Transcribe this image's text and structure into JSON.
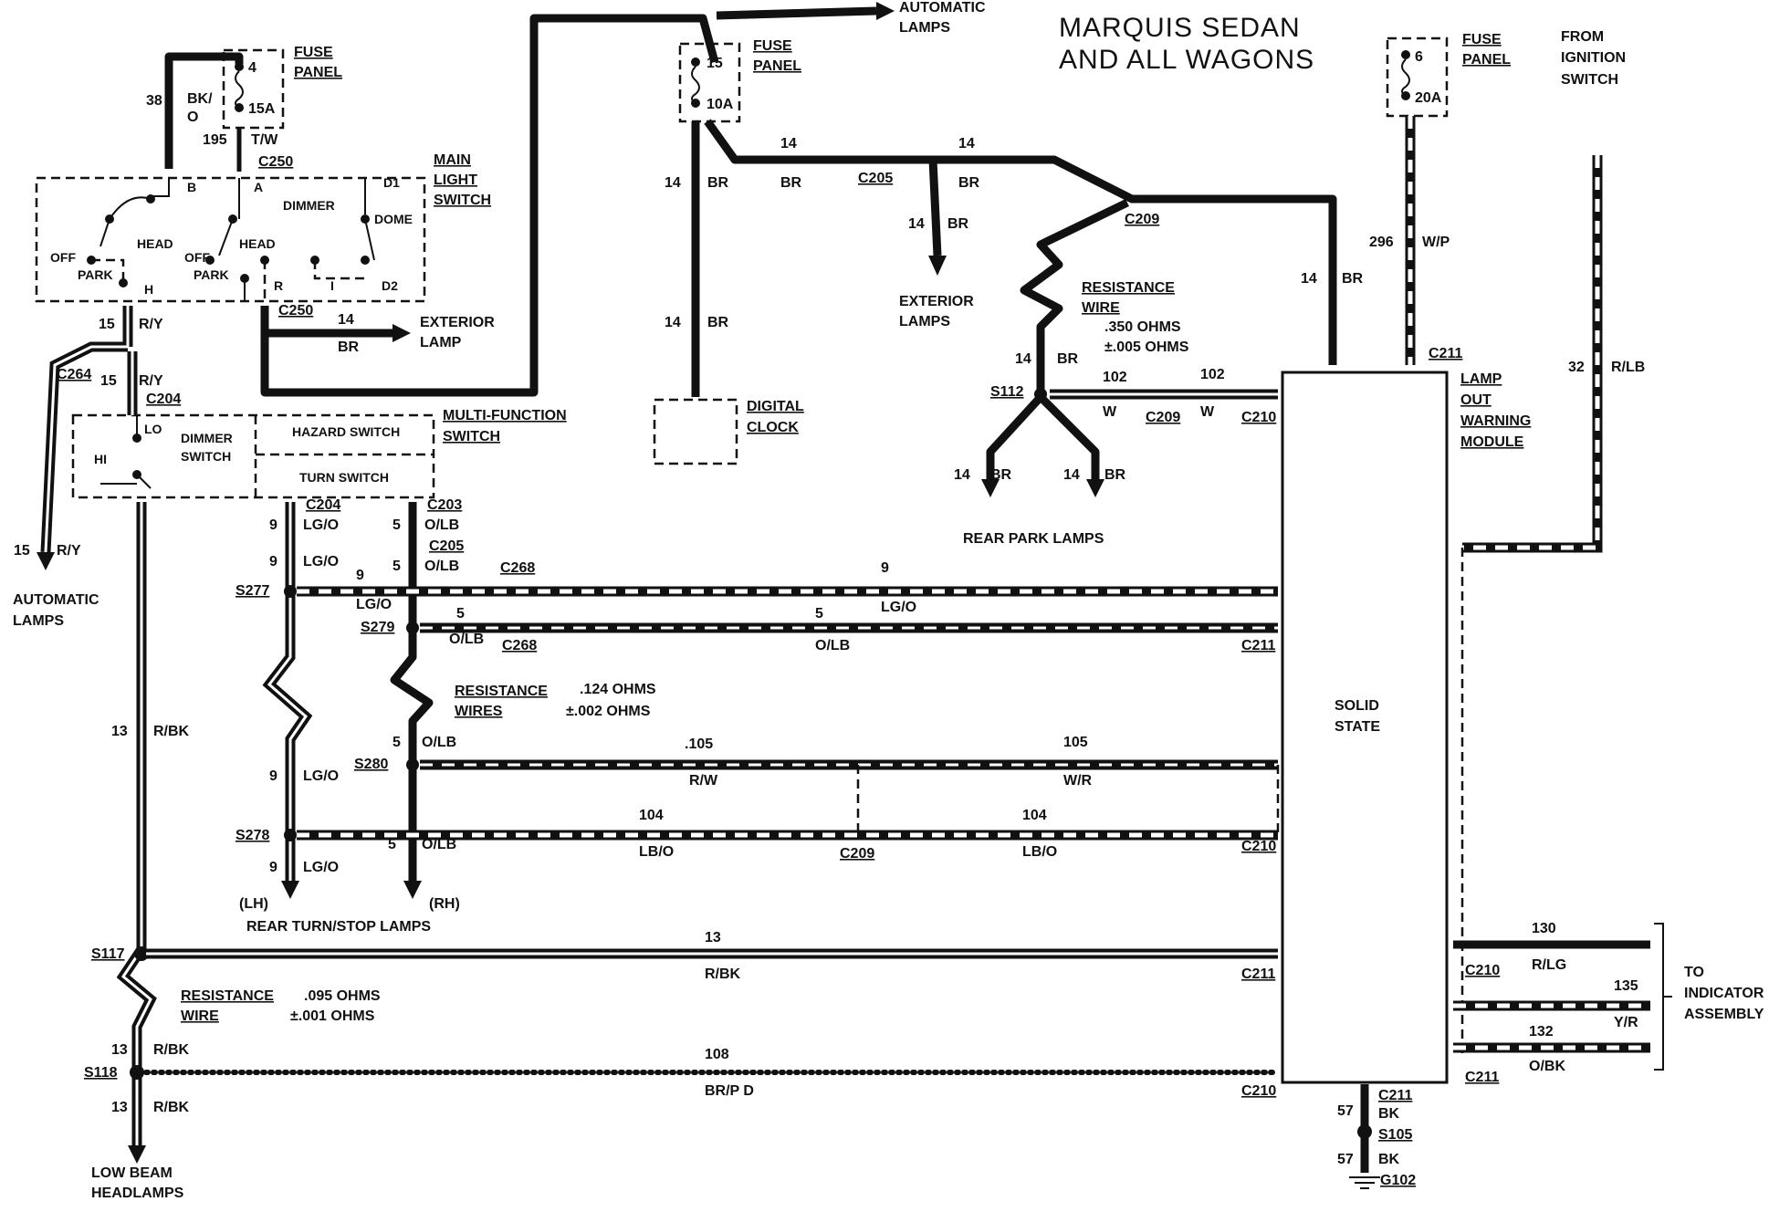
{
  "title": [
    "MARQUIS SEDAN",
    "AND ALL WAGONS"
  ],
  "fuse_panel_left": {
    "label": [
      "FUSE",
      "PANEL"
    ],
    "fuse_top": "4",
    "fuse_rating": "15A"
  },
  "fuse_panel_mid": {
    "label": [
      "FUSE",
      "PANEL"
    ],
    "fuse_top": "15",
    "fuse_rating": "10A"
  },
  "fuse_panel_right": {
    "label": [
      "FUSE",
      "PANEL"
    ],
    "fuse_top": "6",
    "fuse_rating": "20A"
  },
  "from_ignition": [
    "FROM",
    "IGNITION",
    "SWITCH"
  ],
  "automatic_lamps_top": [
    "AUTOMATIC",
    "LAMPS"
  ],
  "main_light_switch": {
    "label": [
      "MAIN",
      "LIGHT",
      "SWITCH"
    ],
    "terminals": [
      "B",
      "A",
      "D1",
      "DIMMER",
      "DOME",
      "HEAD",
      "HEAD",
      "OFF",
      "OFF",
      "PARK",
      "PARK",
      "H",
      "R",
      "I",
      "D2"
    ]
  },
  "multi_function_switch": {
    "label": [
      "MULTI-FUNCTION",
      "SWITCH"
    ],
    "hazard": "HAZARD SWITCH",
    "turn": "TURN SWITCH",
    "dimmer": [
      "DIMMER",
      "SWITCH"
    ],
    "lo": "LO",
    "hi": "HI"
  },
  "wires": {
    "w38": "38",
    "bk_o": [
      "BK/",
      "O"
    ],
    "w195": "195",
    "t_w": "T/W",
    "w15": "15",
    "r_y": "R/Y",
    "w14": "14",
    "br": "BR",
    "w13": "13",
    "r_bk": "R/BK",
    "w9": "9",
    "lg_o": "LG/O",
    "w5": "5",
    "o_lb": "O/LB",
    "w296": "296",
    "w_p": "W/P",
    "w32": "32",
    "r_lb": "R/LB",
    "w102": "102",
    "w": "W",
    "w105": "105",
    "w105b": ".105",
    "r_w": "R/W",
    "w_r": "W/R",
    "w104": "104",
    "lb_o": "LB/O",
    "w108": "108",
    "br_pd": "BR/P D",
    "w130": "130",
    "r_lg": "R/LG",
    "w135": "135",
    "y_r": "Y/R",
    "w132": "132",
    "o_bk": "O/BK",
    "w57": "57",
    "bk": "BK"
  },
  "connectors": {
    "c250": "C250",
    "c264": "C264",
    "c204": "C204",
    "c203": "C203",
    "c205": "C205",
    "c209": "C209",
    "c210": "C210",
    "c211": "C211",
    "c268": "C268",
    "s277": "S277",
    "s279": "S279",
    "s280": "S280",
    "s278": "S278",
    "s117": "S117",
    "s118": "S118",
    "s112": "S112",
    "s105": "S105",
    "g102": "G102"
  },
  "destinations": {
    "exterior_lamp": [
      "EXTERIOR",
      "LAMP"
    ],
    "exterior_lamps": [
      "EXTERIOR",
      "LAMPS"
    ],
    "automatic_lamps": [
      "AUTOMATIC",
      "LAMPS"
    ],
    "digital_clock": [
      "DIGITAL",
      "CLOCK"
    ],
    "rear_park_lamps": "REAR PARK LAMPS",
    "rear_turn_stop": "REAR TURN/STOP LAMPS",
    "lh": "(LH)",
    "rh": "(RH)",
    "low_beam": [
      "LOW BEAM",
      "HEADLAMPS"
    ],
    "to_indicator": [
      "TO",
      "INDICATOR",
      "ASSEMBLY"
    ]
  },
  "resistance_wire_1": {
    "label": [
      "RESISTANCE",
      "WIRE"
    ],
    "value": [
      ".350 OHMS",
      "±.005 OHMS"
    ]
  },
  "resistance_wires_2": {
    "label": [
      "RESISTANCE",
      "WIRES"
    ],
    "value": [
      ".124 OHMS",
      "±.002 OHMS"
    ]
  },
  "resistance_wire_3": {
    "label": [
      "RESISTANCE",
      "WIRE"
    ],
    "value": [
      ".095 OHMS",
      "±.001 OHMS"
    ]
  },
  "module": {
    "label": [
      "LAMP",
      "OUT",
      "WARNING",
      "MODULE"
    ],
    "body": [
      "SOLID",
      "STATE"
    ]
  }
}
